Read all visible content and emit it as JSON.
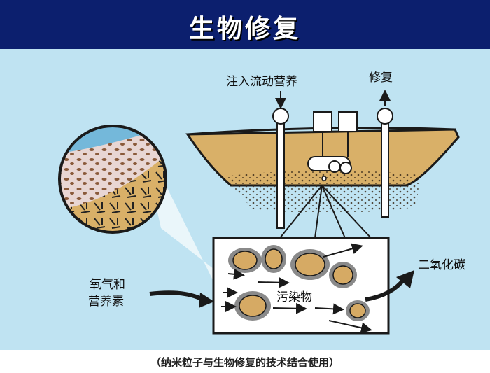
{
  "title": "生物修复",
  "labels": {
    "inject": "注入流动营养",
    "repair": "修复",
    "oxygen_line1": "氧气和",
    "oxygen_line2": "营养素",
    "pollutant": "污染物",
    "co2": "二氧化碳"
  },
  "caption": "（纳米粒子与生物修复的技术结合使用）",
  "colors": {
    "header": "#0c1f6e",
    "background": "#bfe3f2",
    "soil": "#d9b068",
    "particle": "#d6aa64",
    "particle_halo": "#8a8a8a",
    "outline": "#1a1a1a"
  },
  "icons": [
    "arrow-right-icon",
    "arrow-up-icon",
    "arrow-down-icon",
    "pipe-icon",
    "pump-icon",
    "magnifier-circle-icon"
  ]
}
